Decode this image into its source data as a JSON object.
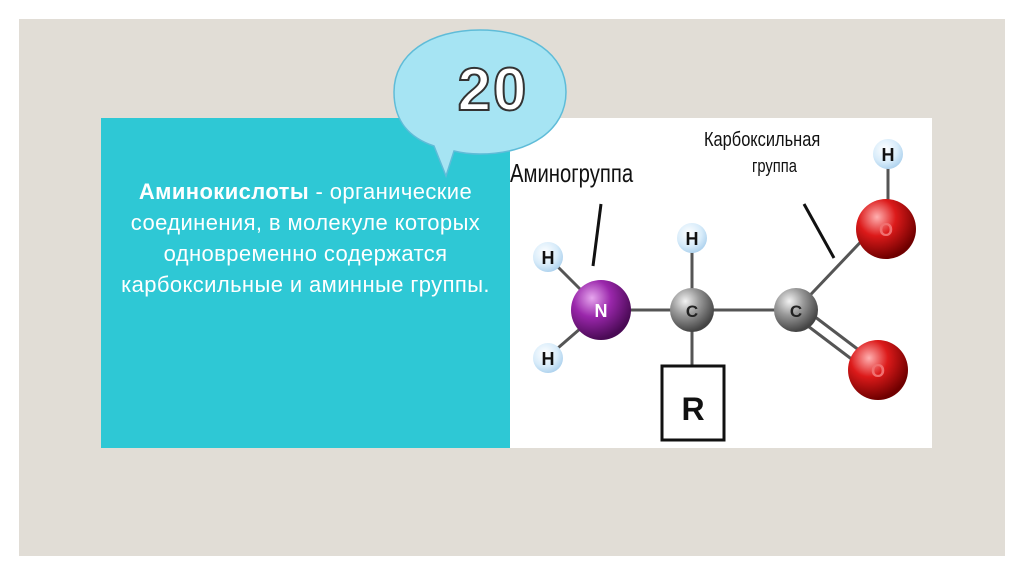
{
  "slide": {
    "number_badge": "20",
    "definition": {
      "term": "Аминокислоты",
      "rest": " - органические соединения, в молекуле которых одновременно содержатся карбоксильные и аминные группы."
    }
  },
  "diagram": {
    "labels": {
      "amino_group": "Аминогруппа",
      "carboxyl_line1": "Карбоксильная",
      "carboxyl_line2": "группа"
    },
    "atoms": {
      "h_top_right": "H",
      "o_upper": "O",
      "h_left_top": "H",
      "n": "N",
      "h_left_bottom": "H",
      "h_alpha": "H",
      "c_alpha": "C",
      "c_carboxyl": "C",
      "o_lower": "O",
      "r_group": "R"
    }
  },
  "colors": {
    "background": "#e1ddd6",
    "teal": "#2ec8d5",
    "bubble": "#a6e4f3",
    "nitrogen": "#8e1e9e",
    "oxygen": "#d81818",
    "carbon": "#8a8a8a",
    "hydrogen": "#d6ecfb"
  }
}
